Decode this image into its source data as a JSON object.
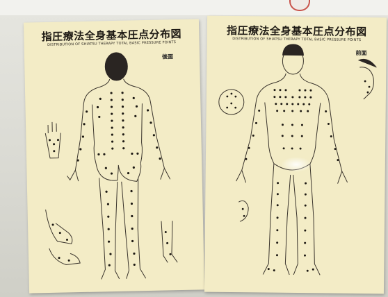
{
  "posters": [
    {
      "title": "指圧療法全身基本圧点分布図",
      "subtitle": "DISTRIBUTION OF SHIATSU THERAPY TOTAL BASIC PRESSURE POINTS",
      "view_label": "後面"
    },
    {
      "title": "指圧療法全身基本圧点分布図",
      "subtitle": "DISTRIBUTION OF SHIATSU THERAPY TOTAL BASIC PRESSURE POINTS",
      "view_label": "前面"
    }
  ],
  "colors": {
    "poster_paper": "#f3ecc6",
    "ink": "#1e1a14",
    "hair": "#2a2522",
    "exit_sign": "#c8524a"
  }
}
